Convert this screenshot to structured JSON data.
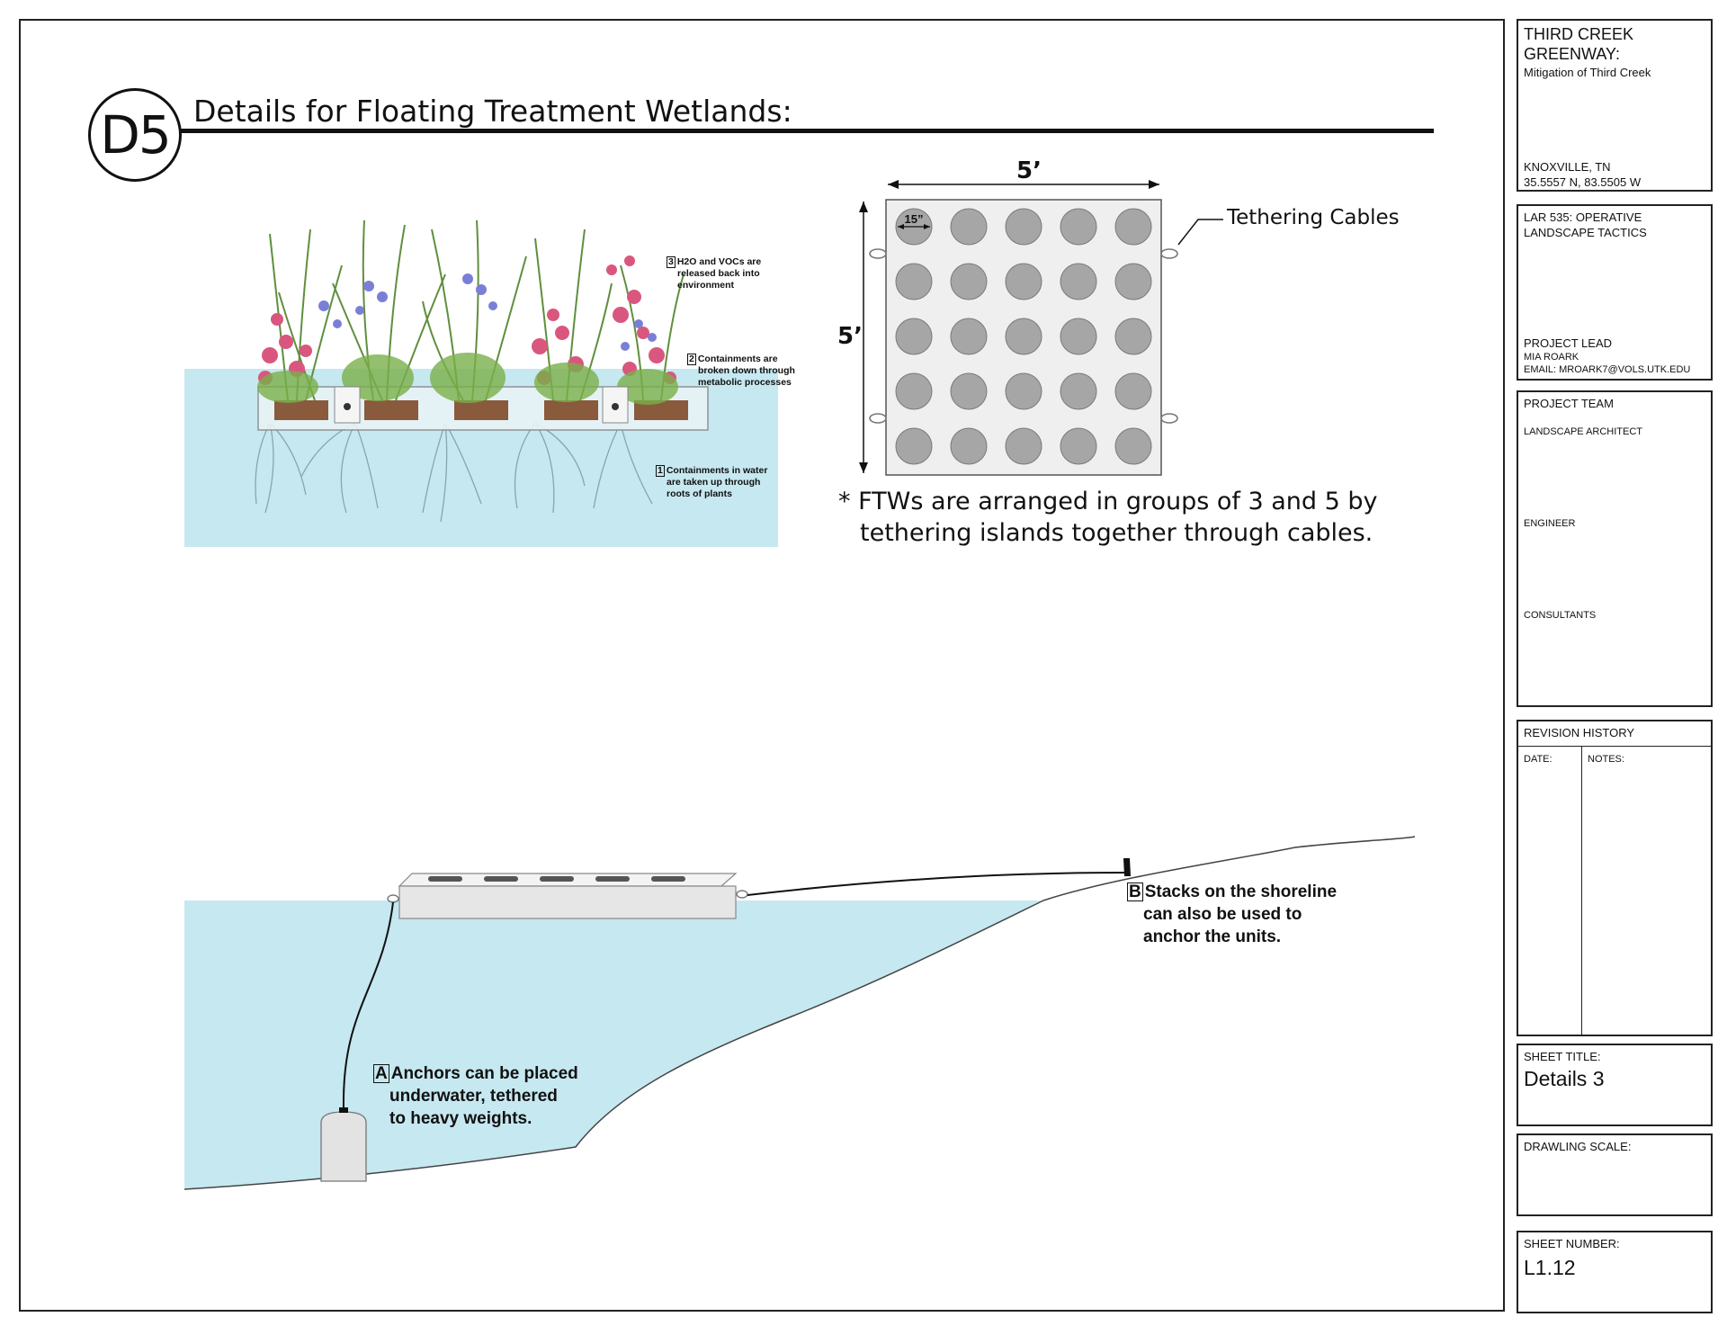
{
  "sheet": {
    "badge": "D5",
    "title": "Details for Floating Treatment Wetlands:"
  },
  "section_view": {
    "notes": [
      {
        "num": "3",
        "text": [
          "H2O and VOCs are",
          "released back into",
          "environment"
        ]
      },
      {
        "num": "2",
        "text": [
          "Containments are",
          "broken down through",
          "metabolic processes"
        ]
      },
      {
        "num": "1",
        "text": [
          "Containments in water",
          "are taken up through",
          "roots of plants"
        ]
      }
    ]
  },
  "plan_view": {
    "width_label": "5’",
    "height_label": "5’",
    "cell_label": "15”",
    "grid": {
      "rows": 5,
      "cols": 5
    },
    "cable_label": "Tethering Cables",
    "note_lines": [
      "* FTWs are arranged in groups of 3 and 5 by",
      "tethering islands together through cables."
    ]
  },
  "anchor_section": {
    "note_a": {
      "num": "A",
      "text": [
        "Anchors can be placed",
        "underwater, tethered",
        "to heavy weights."
      ]
    },
    "note_b": {
      "num": "B",
      "text": [
        "Stacks on the shoreline",
        "can also be used to",
        "anchor the units."
      ]
    }
  },
  "colors": {
    "water": "#c6e8f0",
    "water_line": "#a9d7e4",
    "cell": "#a6a6a6",
    "panel": "#efefef",
    "ink": "#111111"
  },
  "title_block": {
    "project_title_1": "THIRD CREEK",
    "project_title_2": "GREENWAY:",
    "project_subtitle": "Mitigation of Third Creek",
    "location": "KNOXVILLE, TN",
    "coordinates": "35.5557 N, 83.5505 W",
    "course_1": "LAR 535: OPERATIVE",
    "course_2": "LANDSCAPE TACTICS",
    "lead_label": "PROJECT LEAD",
    "lead_name": "MIA ROARK",
    "lead_email": "EMAIL: MROARK7@VOLS.UTK.EDU",
    "team_label": "PROJECT TEAM",
    "team_roles": [
      "LANDSCAPE ARCHITECT",
      "ENGINEER",
      "CONSULTANTS"
    ],
    "revision_label": "REVISION HISTORY",
    "date_label": "DATE:",
    "notes_label": "NOTES:",
    "sheet_title_label": "SHEET TITLE:",
    "sheet_title": "Details 3",
    "scale_label": "DRAWLING SCALE:",
    "sheet_number_label": "SHEET NUMBER:",
    "sheet_number": "L1.12"
  }
}
